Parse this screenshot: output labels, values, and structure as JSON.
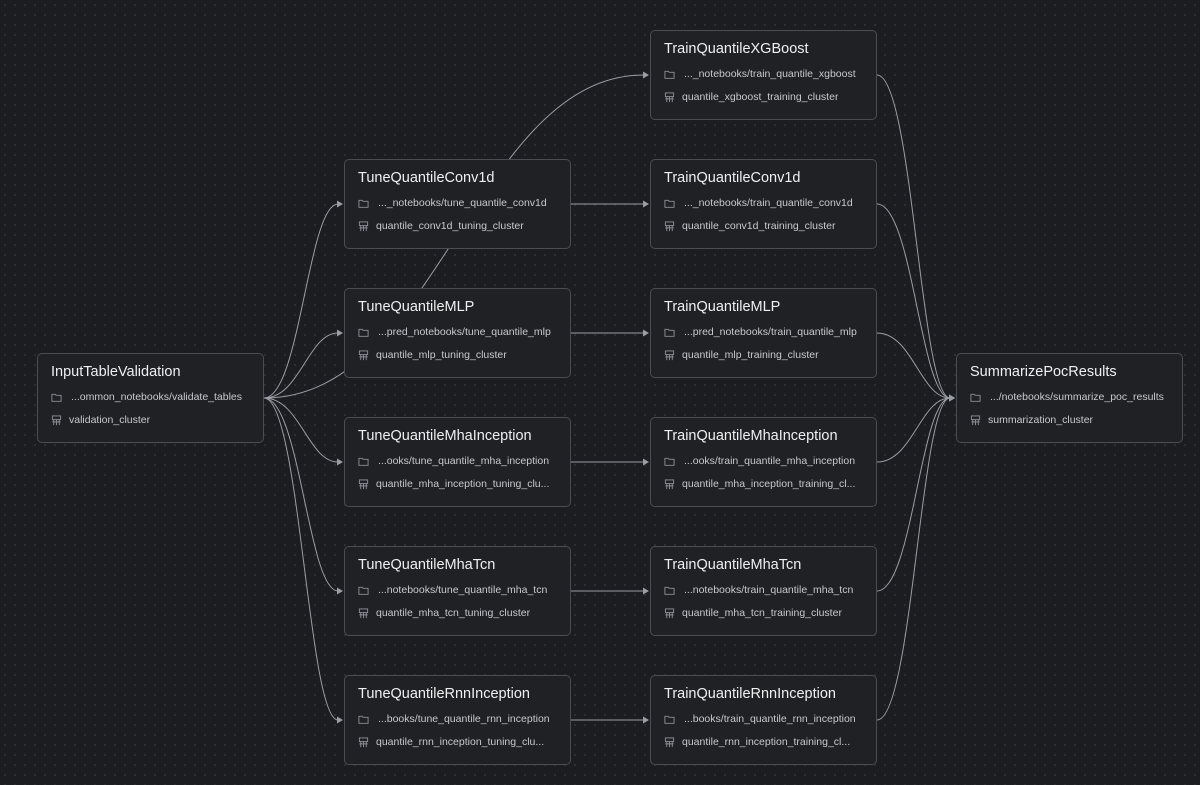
{
  "nodes": {
    "input_table_validation": {
      "title": "InputTableValidation",
      "notebook": "...ommon_notebooks/validate_tables",
      "cluster": "validation_cluster"
    },
    "tune_conv1d": {
      "title": "TuneQuantileConv1d",
      "notebook": "..._notebooks/tune_quantile_conv1d",
      "cluster": "quantile_conv1d_tuning_cluster"
    },
    "tune_mlp": {
      "title": "TuneQuantileMLP",
      "notebook": "...pred_notebooks/tune_quantile_mlp",
      "cluster": "quantile_mlp_tuning_cluster"
    },
    "tune_mha_inception": {
      "title": "TuneQuantileMhaInception",
      "notebook": "...ooks/tune_quantile_mha_inception",
      "cluster": "quantile_mha_inception_tuning_clu..."
    },
    "tune_mha_tcn": {
      "title": "TuneQuantileMhaTcn",
      "notebook": "...notebooks/tune_quantile_mha_tcn",
      "cluster": "quantile_mha_tcn_tuning_cluster"
    },
    "tune_rnn_inception": {
      "title": "TuneQuantileRnnInception",
      "notebook": "...books/tune_quantile_rnn_inception",
      "cluster": "quantile_rnn_inception_tuning_clu..."
    },
    "train_xgboost": {
      "title": "TrainQuantileXGBoost",
      "notebook": "..._notebooks/train_quantile_xgboost",
      "cluster": "quantile_xgboost_training_cluster"
    },
    "train_conv1d": {
      "title": "TrainQuantileConv1d",
      "notebook": "..._notebooks/train_quantile_conv1d",
      "cluster": "quantile_conv1d_training_cluster"
    },
    "train_mlp": {
      "title": "TrainQuantileMLP",
      "notebook": "...pred_notebooks/train_quantile_mlp",
      "cluster": "quantile_mlp_training_cluster"
    },
    "train_mha_inception": {
      "title": "TrainQuantileMhaInception",
      "notebook": "...ooks/train_quantile_mha_inception",
      "cluster": "quantile_mha_inception_training_cl..."
    },
    "train_mha_tcn": {
      "title": "TrainQuantileMhaTcn",
      "notebook": "...notebooks/train_quantile_mha_tcn",
      "cluster": "quantile_mha_tcn_training_cluster"
    },
    "train_rnn_inception": {
      "title": "TrainQuantileRnnInception",
      "notebook": "...books/train_quantile_rnn_inception",
      "cluster": "quantile_rnn_inception_training_cl..."
    },
    "summarize_poc_results": {
      "title": "SummarizePocResults",
      "notebook": ".../notebooks/summarize_poc_results",
      "cluster": "summarization_cluster"
    }
  },
  "edges": [
    {
      "from": "input_table_validation",
      "to": "tune_conv1d"
    },
    {
      "from": "input_table_validation",
      "to": "tune_mlp"
    },
    {
      "from": "input_table_validation",
      "to": "train_xgboost"
    },
    {
      "from": "input_table_validation",
      "to": "tune_mha_inception"
    },
    {
      "from": "input_table_validation",
      "to": "tune_mha_tcn"
    },
    {
      "from": "input_table_validation",
      "to": "tune_rnn_inception"
    },
    {
      "from": "tune_conv1d",
      "to": "train_conv1d"
    },
    {
      "from": "tune_mlp",
      "to": "train_mlp"
    },
    {
      "from": "tune_mha_inception",
      "to": "train_mha_inception"
    },
    {
      "from": "tune_mha_tcn",
      "to": "train_mha_tcn"
    },
    {
      "from": "tune_rnn_inception",
      "to": "train_rnn_inception"
    },
    {
      "from": "train_xgboost",
      "to": "summarize_poc_results"
    },
    {
      "from": "train_conv1d",
      "to": "summarize_poc_results"
    },
    {
      "from": "train_mlp",
      "to": "summarize_poc_results"
    },
    {
      "from": "train_mha_inception",
      "to": "summarize_poc_results"
    },
    {
      "from": "train_mha_tcn",
      "to": "summarize_poc_results"
    },
    {
      "from": "train_rnn_inception",
      "to": "summarize_poc_results"
    }
  ],
  "icons": {
    "notebook": "folder-icon",
    "cluster": "cluster-icon"
  },
  "colors": {
    "background": "#1b1d20",
    "node_fill": "#1f2124",
    "node_border": "#4a4d52",
    "edge": "#9a9ea4",
    "title_text": "#eef0f2",
    "detail_text": "#c7cace",
    "icon": "#8d9197"
  }
}
